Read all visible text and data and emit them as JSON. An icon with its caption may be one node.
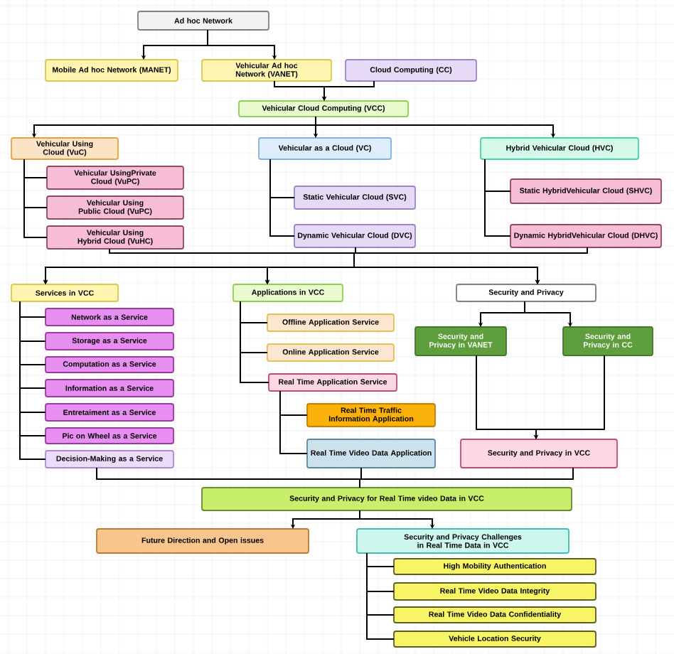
{
  "diagram": {
    "nodes": [
      {
        "text": [
          "Ad hoc Network"
        ]
      },
      {
        "text": [
          "Mobile Ad hoc Network (MANET)"
        ]
      },
      {
        "text": [
          "Vehicular Ad hoc Network (VANET)"
        ]
      },
      {
        "text": [
          "Cloud Computing (CC)"
        ]
      },
      {
        "text": [
          "Vehicular Cloud Computing (VCC)"
        ]
      },
      {
        "text": [
          "Vehicular Using Cloud (VuC)"
        ]
      },
      {
        "text": [
          "Vehicular as a Cloud (VC)"
        ]
      },
      {
        "text": [
          "Hybrid Vehicular Cloud (HVC)"
        ]
      },
      {
        "text": [
          "Vehicular UsingPrivate Cloud (VuPC)"
        ]
      },
      {
        "text": [
          "Vehicular Using Public Cloud (VuPC)"
        ]
      },
      {
        "text": [
          "Vehicular Using Hybrid Cloud (VuHC)"
        ]
      },
      {
        "text": [
          "Static Vehicular Cloud (SVC)"
        ]
      },
      {
        "text": [
          "Dynamic Vehicular Cloud (DVC)"
        ]
      },
      {
        "text": [
          "Static HybridVehicular Cloud (SHVC)"
        ]
      },
      {
        "text": [
          "Dynamic HybridVehicular Cloud (DHVC)"
        ]
      },
      {
        "text": [
          "Services in VCC"
        ]
      },
      {
        "text": [
          "Applications in VCC"
        ]
      },
      {
        "text": [
          "Security and Privacy"
        ]
      },
      {
        "text": [
          "Network as a Service"
        ]
      },
      {
        "text": [
          "Storage as a Service"
        ]
      },
      {
        "text": [
          "Computation as a Service"
        ]
      },
      {
        "text": [
          "Information as a Service"
        ]
      },
      {
        "text": [
          "Entretaiment as a Service"
        ]
      },
      {
        "text": [
          "Pic on Wheel as a Service"
        ]
      },
      {
        "text": [
          "Decision-Making as a Service"
        ]
      },
      {
        "text": [
          "Offline Application Service"
        ]
      },
      {
        "text": [
          "Online Application Service"
        ]
      },
      {
        "text": [
          "Real Time Application Service"
        ]
      },
      {
        "text": [
          "Real Time Traffic Information Application"
        ]
      },
      {
        "text": [
          "Real Time Video Data Application"
        ]
      },
      {
        "text": [
          "Security and Privacy in VANET"
        ]
      },
      {
        "text": [
          "Security and Privacy in CC"
        ]
      },
      {
        "text": [
          "Security and Privacy in VCC"
        ]
      },
      {
        "text": [
          "Security and Privacy for Real Time video Data in VCC"
        ]
      },
      {
        "text": [
          "Future Direction and Open issues"
        ]
      },
      {
        "text": [
          "Security and Privacy Challenges in Real Time Data in VCC"
        ]
      },
      {
        "text": [
          "High Mobility Authentication"
        ]
      },
      {
        "text": [
          "Real Time Video Data Integrity"
        ]
      },
      {
        "text": [
          "Real Time Video Data Confidentiality"
        ]
      },
      {
        "text": [
          "Vehicle Location Security"
        ]
      }
    ],
    "edges": [
      {
        "from": 0,
        "to": 1,
        "arrow": "to"
      },
      {
        "from": 0,
        "to": 2,
        "arrow": "to"
      },
      {
        "from": 2,
        "to": 4,
        "arrow": "to"
      },
      {
        "from": 3,
        "to": 4,
        "arrow": "to"
      },
      {
        "from": 4,
        "to": 5,
        "arrow": "to"
      },
      {
        "from": 4,
        "to": 6,
        "arrow": "to"
      },
      {
        "from": 4,
        "to": 7,
        "arrow": "to"
      },
      {
        "from": 5,
        "to": 8,
        "arrow": "none"
      },
      {
        "from": 5,
        "to": 9,
        "arrow": "none"
      },
      {
        "from": 5,
        "to": 10,
        "arrow": "none"
      },
      {
        "from": 6,
        "to": 11,
        "arrow": "none"
      },
      {
        "from": 6,
        "to": 12,
        "arrow": "none"
      },
      {
        "from": 7,
        "to": 13,
        "arrow": "none"
      },
      {
        "from": 7,
        "to": 14,
        "arrow": "none"
      },
      {
        "from": 10,
        "to": 15,
        "arrow": "to"
      },
      {
        "from": 10,
        "to": 16,
        "arrow": "to"
      },
      {
        "from": 10,
        "to": 17,
        "arrow": "to"
      },
      {
        "from": 12,
        "to": 15,
        "arrow": "to"
      },
      {
        "from": 12,
        "to": 16,
        "arrow": "to"
      },
      {
        "from": 12,
        "to": 17,
        "arrow": "to"
      },
      {
        "from": 14,
        "to": 15,
        "arrow": "to"
      },
      {
        "from": 14,
        "to": 16,
        "arrow": "to"
      },
      {
        "from": 14,
        "to": 17,
        "arrow": "to"
      },
      {
        "from": 15,
        "to": 18,
        "arrow": "none"
      },
      {
        "from": 15,
        "to": 19,
        "arrow": "none"
      },
      {
        "from": 15,
        "to": 20,
        "arrow": "none"
      },
      {
        "from": 15,
        "to": 21,
        "arrow": "none"
      },
      {
        "from": 15,
        "to": 22,
        "arrow": "none"
      },
      {
        "from": 15,
        "to": 23,
        "arrow": "none"
      },
      {
        "from": 15,
        "to": 24,
        "arrow": "none"
      },
      {
        "from": 16,
        "to": 25,
        "arrow": "none"
      },
      {
        "from": 16,
        "to": 26,
        "arrow": "none"
      },
      {
        "from": 16,
        "to": 27,
        "arrow": "none"
      },
      {
        "from": 27,
        "to": 28,
        "arrow": "none"
      },
      {
        "from": 27,
        "to": 29,
        "arrow": "none"
      },
      {
        "from": 17,
        "to": 30,
        "arrow": "to"
      },
      {
        "from": 17,
        "to": 31,
        "arrow": "to"
      },
      {
        "from": 30,
        "to": 32,
        "arrow": "to"
      },
      {
        "from": 31,
        "to": 32,
        "arrow": "to"
      },
      {
        "from": 24,
        "to": 33,
        "arrow": "none"
      },
      {
        "from": 29,
        "to": 33,
        "arrow": "none"
      },
      {
        "from": 32,
        "to": 33,
        "arrow": "none"
      },
      {
        "from": 33,
        "to": 34,
        "arrow": "to"
      },
      {
        "from": 33,
        "to": 35,
        "arrow": "to"
      },
      {
        "from": 35,
        "to": 36,
        "arrow": "none"
      },
      {
        "from": 35,
        "to": 37,
        "arrow": "none"
      },
      {
        "from": 35,
        "to": 38,
        "arrow": "none"
      },
      {
        "from": 35,
        "to": 39,
        "arrow": "none"
      }
    ]
  }
}
